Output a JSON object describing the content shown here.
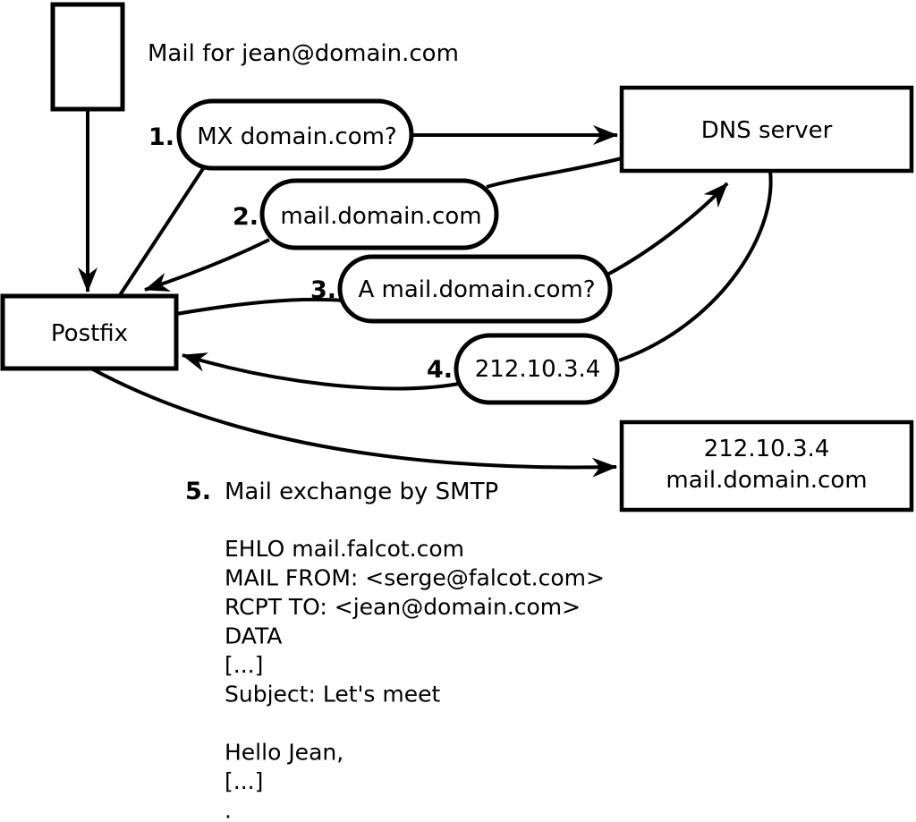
{
  "title": "Mail for jean@domain.com",
  "nodes": {
    "postfix_label": "Postfix",
    "dns_label": "DNS server",
    "mailserver_line1": "212.10.3.4",
    "mailserver_line2": "mail.domain.com"
  },
  "steps": [
    {
      "num": "1.",
      "label": "MX domain.com?"
    },
    {
      "num": "2.",
      "label": "mail.domain.com"
    },
    {
      "num": "3.",
      "label": "A mail.domain.com?"
    },
    {
      "num": "4.",
      "label": "212.10.3.4"
    },
    {
      "num": "5.",
      "label": "Mail exchange by SMTP"
    }
  ],
  "smtp_session": {
    "lines": [
      "EHLO mail.falcot.com",
      "MAIL FROM: <serge@falcot.com>",
      "RCPT TO: <jean@domain.com>",
      "DATA",
      "[...]",
      "Subject: Let's meet",
      "",
      "Hello Jean,",
      "[...]",
      "."
    ]
  },
  "colors": {
    "line": "#000000",
    "background": "#ffffff"
  }
}
